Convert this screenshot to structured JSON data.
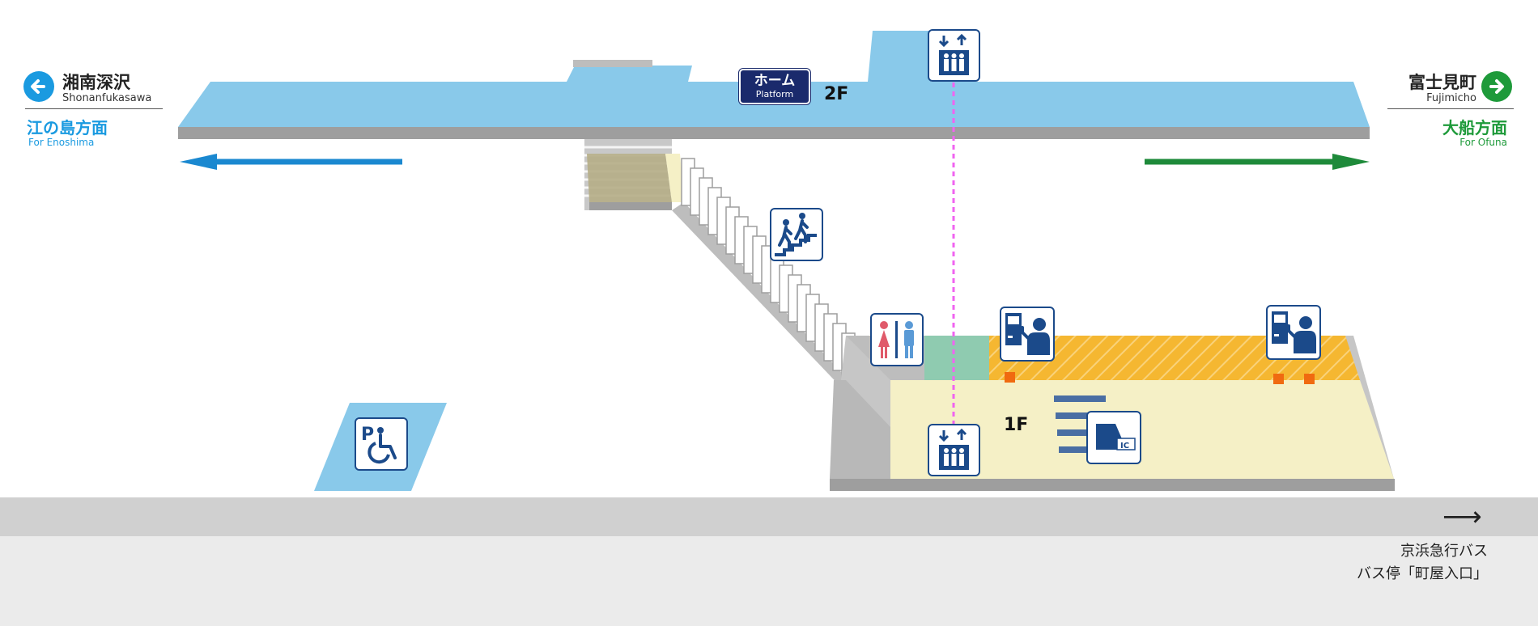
{
  "left_direction": {
    "station_name": "湘南深沢",
    "station_romaji": "Shonanfukasawa",
    "destination": "江の島方面",
    "destination_en": "For Enoshima",
    "color": "#1a9ae0",
    "icon": "arrow-left-circle-icon"
  },
  "right_direction": {
    "station_name": "富士見町",
    "station_romaji": "Fujimicho",
    "destination": "大船方面",
    "destination_en": "For Ofuna",
    "color": "#1e9a3a",
    "icon": "arrow-right-circle-icon"
  },
  "platform_badge": {
    "label": "ホーム",
    "label_en": "Platform"
  },
  "floors": {
    "upper": "2F",
    "lower": "1F"
  },
  "bus": {
    "arrow": "⟶",
    "line1": "京浜急行バス",
    "line2": "バス停「町屋入口」"
  },
  "colors": {
    "platform": "#89c9ea",
    "platform_edge": "#9e9e9e",
    "concourse": "#f5f0c6",
    "ticket_area": "#f5b731",
    "restroom_area": "#8fcbb0",
    "elevator_shaft": "#f064f0",
    "road": "#d0d0d0",
    "ground": "#ebebeb",
    "icon_blue": "#1b4a8a"
  },
  "icons": [
    "elevator-icon",
    "stairs-icon",
    "restroom-icon",
    "ticket-machine-icon",
    "ic-card-reader-icon",
    "accessible-parking-icon"
  ]
}
